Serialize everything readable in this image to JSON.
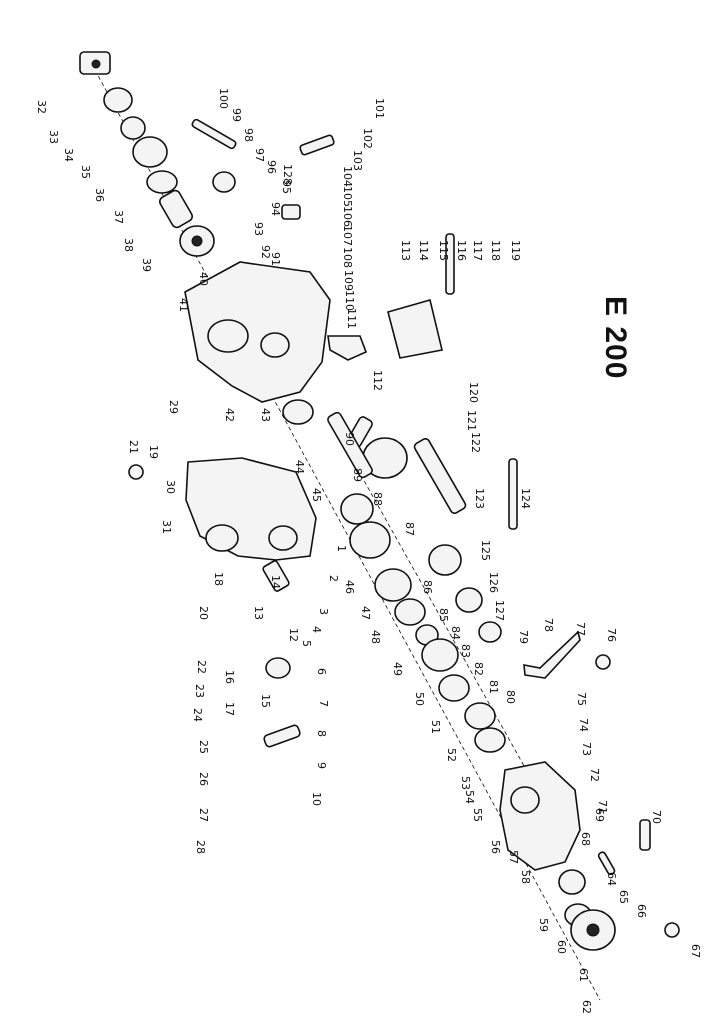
{
  "title": "E 200",
  "callouts": [
    "1",
    "2",
    "3",
    "4",
    "5",
    "6",
    "7",
    "8",
    "9",
    "10",
    "12",
    "13",
    "14",
    "15",
    "16",
    "17",
    "18",
    "19",
    "20",
    "21",
    "22",
    "23",
    "24",
    "25",
    "26",
    "27",
    "28",
    "29",
    "30",
    "31",
    "32",
    "33",
    "34",
    "35",
    "36",
    "37",
    "38",
    "39",
    "40",
    "41",
    "42",
    "43",
    "44",
    "45",
    "46",
    "47",
    "48",
    "49",
    "50",
    "51",
    "52",
    "53",
    "54",
    "55",
    "56",
    "57",
    "58",
    "59",
    "60",
    "61",
    "62",
    "64",
    "65",
    "66",
    "67",
    "68",
    "69",
    "70",
    "71",
    "72",
    "73",
    "74",
    "75",
    "76",
    "77",
    "78",
    "79",
    "80",
    "81",
    "82",
    "83",
    "84",
    "85",
    "86",
    "87",
    "88",
    "89",
    "90",
    "91",
    "92",
    "93",
    "94",
    "95",
    "96",
    "97",
    "98",
    "99",
    "100",
    "101",
    "102",
    "103",
    "104",
    "105",
    "106",
    "107",
    "108",
    "109",
    "110",
    "111",
    "112",
    "113",
    "114",
    "115",
    "116",
    "117",
    "118",
    "119",
    "120",
    "121",
    "122",
    "123",
    "124",
    "125",
    "126",
    "127",
    "128"
  ]
}
